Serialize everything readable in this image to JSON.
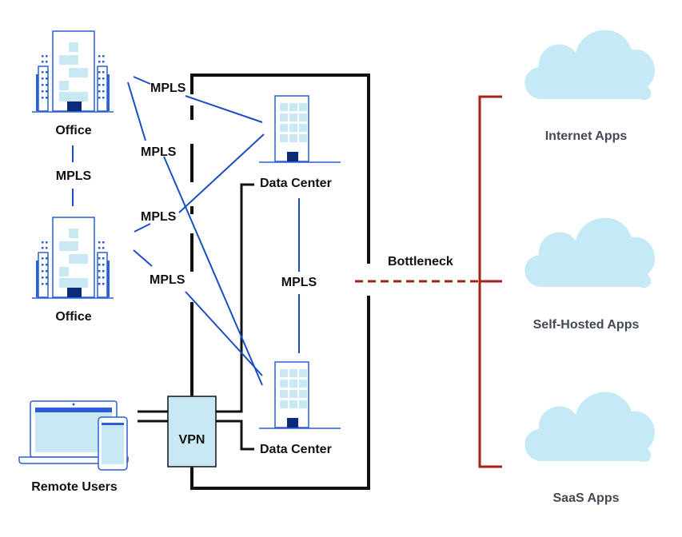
{
  "colors": {
    "wire": "#111111",
    "mpls_link": "#1a4fc4",
    "bottleneck": "#a3221b",
    "building_outline": "#2a5fd6",
    "building_fill": "#c8e9f4",
    "building_door": "#0a2a7a",
    "cloud": "#c6eaf5",
    "vpn_fill": "#c8e9f4"
  },
  "offices": [
    {
      "label": "Office"
    },
    {
      "label": "Office"
    }
  ],
  "office_link_label": "MPLS",
  "mpls_labels": [
    "MPLS",
    "MPLS",
    "MPLS",
    "MPLS"
  ],
  "data_centers": [
    {
      "label": "Data Center"
    },
    {
      "label": "Data Center"
    }
  ],
  "dc_link_label": "MPLS",
  "remote_users": {
    "label": "Remote Users",
    "icons": [
      "laptop-icon",
      "phone-icon"
    ]
  },
  "vpn": {
    "label": "VPN"
  },
  "bottleneck": {
    "label": "Bottleneck"
  },
  "apps": [
    {
      "label": "Internet Apps",
      "icon": "cloud-icon"
    },
    {
      "label": "Self-Hosted Apps",
      "icon": "cloud-icon"
    },
    {
      "label": "SaaS Apps",
      "icon": "cloud-icon"
    }
  ]
}
